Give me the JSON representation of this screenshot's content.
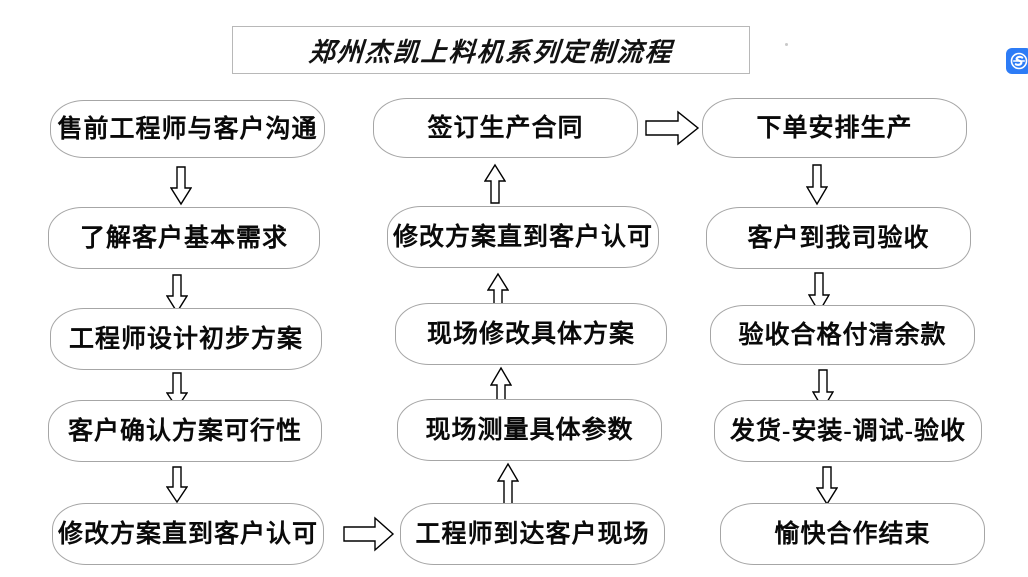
{
  "title": {
    "text": "郑州杰凯上料机系列定制流程"
  },
  "watermark": {
    "icon": "s-logo-badge-icon",
    "color": "#2d7cf6"
  },
  "theme": {
    "box_border": "#a6a6a6",
    "title_border": "#b8b8b8",
    "text_color": "#0a0a0a",
    "background": "#ffffff",
    "arrow_stroke": "#000000",
    "arrow_fill": "#ffffff"
  },
  "columns": [
    {
      "name": "column-1-presales",
      "direction": "down",
      "nodes": [
        {
          "id": "node-1-1",
          "label": "售前工程师与客户沟通"
        },
        {
          "id": "node-1-2",
          "label": "了解客户基本需求"
        },
        {
          "id": "node-1-3",
          "label": "工程师设计初步方案"
        },
        {
          "id": "node-1-4",
          "label": "客户确认方案可行性"
        },
        {
          "id": "node-1-5",
          "label": "修改方案直到客户认可"
        }
      ]
    },
    {
      "name": "column-2-onsite",
      "direction": "up",
      "nodes": [
        {
          "id": "node-2-1",
          "label": "签订生产合同"
        },
        {
          "id": "node-2-2",
          "label": "修改方案直到客户认可"
        },
        {
          "id": "node-2-3",
          "label": "现场修改具体方案"
        },
        {
          "id": "node-2-4",
          "label": "现场测量具体参数"
        },
        {
          "id": "node-2-5",
          "label": "工程师到达客户现场"
        }
      ]
    },
    {
      "name": "column-3-production",
      "direction": "down",
      "nodes": [
        {
          "id": "node-3-1",
          "label": "下单安排生产"
        },
        {
          "id": "node-3-2",
          "label": "客户到我司验收"
        },
        {
          "id": "node-3-3",
          "label": "验收合格付清余款"
        },
        {
          "id": "node-3-4",
          "label": "发货-安装-调试-验收"
        },
        {
          "id": "node-3-5",
          "label": "愉快合作结束"
        }
      ]
    }
  ],
  "connectors": [
    {
      "id": "arrow-1-1",
      "direction": "down",
      "from": "node-1-1",
      "to": "node-1-2"
    },
    {
      "id": "arrow-1-2",
      "direction": "down",
      "from": "node-1-2",
      "to": "node-1-3"
    },
    {
      "id": "arrow-1-3",
      "direction": "down",
      "from": "node-1-3",
      "to": "node-1-4"
    },
    {
      "id": "arrow-1-4",
      "direction": "down",
      "from": "node-1-4",
      "to": "node-1-5"
    },
    {
      "id": "arrow-cross-bottom",
      "direction": "right",
      "from": "node-1-5",
      "to": "node-2-5"
    },
    {
      "id": "arrow-2-1",
      "direction": "up",
      "from": "node-2-5",
      "to": "node-2-4"
    },
    {
      "id": "arrow-2-2",
      "direction": "up",
      "from": "node-2-4",
      "to": "node-2-3"
    },
    {
      "id": "arrow-2-3",
      "direction": "up",
      "from": "node-2-3",
      "to": "node-2-2"
    },
    {
      "id": "arrow-2-4",
      "direction": "up",
      "from": "node-2-2",
      "to": "node-2-1"
    },
    {
      "id": "arrow-cross-top",
      "direction": "right",
      "from": "node-2-1",
      "to": "node-3-1"
    },
    {
      "id": "arrow-3-1",
      "direction": "down",
      "from": "node-3-1",
      "to": "node-3-2"
    },
    {
      "id": "arrow-3-2",
      "direction": "down",
      "from": "node-3-2",
      "to": "node-3-3"
    },
    {
      "id": "arrow-3-3",
      "direction": "down",
      "from": "node-3-3",
      "to": "node-3-4"
    },
    {
      "id": "arrow-3-4",
      "direction": "down",
      "from": "node-3-4",
      "to": "node-3-5"
    }
  ]
}
